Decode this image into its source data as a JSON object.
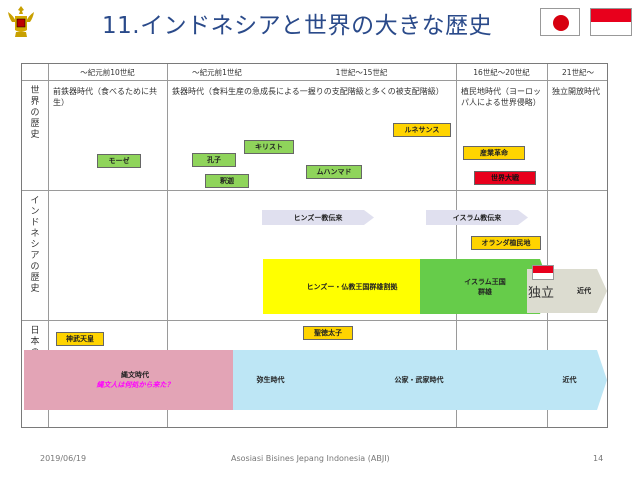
{
  "title": "11.インドネシアと世界の大きな歴史",
  "columns": [
    "〜紀元前10世紀",
    "〜紀元前1世紀",
    "1世紀〜15世紀",
    "16世紀〜20世紀",
    "21世紀〜"
  ],
  "rows": [
    "世界の歴史",
    "インドネシアの歴史",
    "日本の歴史"
  ],
  "world": {
    "c1": "前鉄器時代（食べるために共生）",
    "c2": "鉄器時代（食料生産の急成長による一握りの支配階級と多くの被支配階級）",
    "c4": "植民地時代（ヨーロッパ人による世界侵略）",
    "c5": "独立開放時代",
    "moses": "モーゼ",
    "confucius": "孔子",
    "shakyamuni": "釈迦",
    "christ": "キリスト",
    "muhammad": "ムハンマド",
    "renaissance": "ルネサンス",
    "industrial": "産業革命",
    "worldwar": "世界大戦"
  },
  "indonesia": {
    "hindu_spread": "ヒンズー教伝来",
    "islam_spread": "イスラム教伝来",
    "dutch_colony": "オランダ植民地",
    "hindu_kingdoms": "ヒンズー・仏教王国群雄割拠",
    "islam_kingdoms_1": "イスラム王国",
    "islam_kingdoms_2": "群雄",
    "independence": "独立",
    "modern": "近代"
  },
  "japan": {
    "jimmu": "神武天皇",
    "shotoku": "聖徳太子",
    "jomon_1": "縄文時代",
    "jomon_2": "縄文人は何処から来た？",
    "yayoi": "弥生時代",
    "kuge_buke": "公家・武家時代",
    "modern": "近代"
  },
  "footer": {
    "date": "2019/06/19",
    "org": "Asosiasi Bisines Jepang Indonesia (ABJI)",
    "page": "14"
  },
  "colors": {
    "title": "#2a4a8a",
    "green": "#8fd45b",
    "yellow": "#ffd400",
    "red": "#e8001c",
    "pink": "#e3a4b6",
    "lightblue": "#bde6f5",
    "magenta": "#ff00ff"
  }
}
